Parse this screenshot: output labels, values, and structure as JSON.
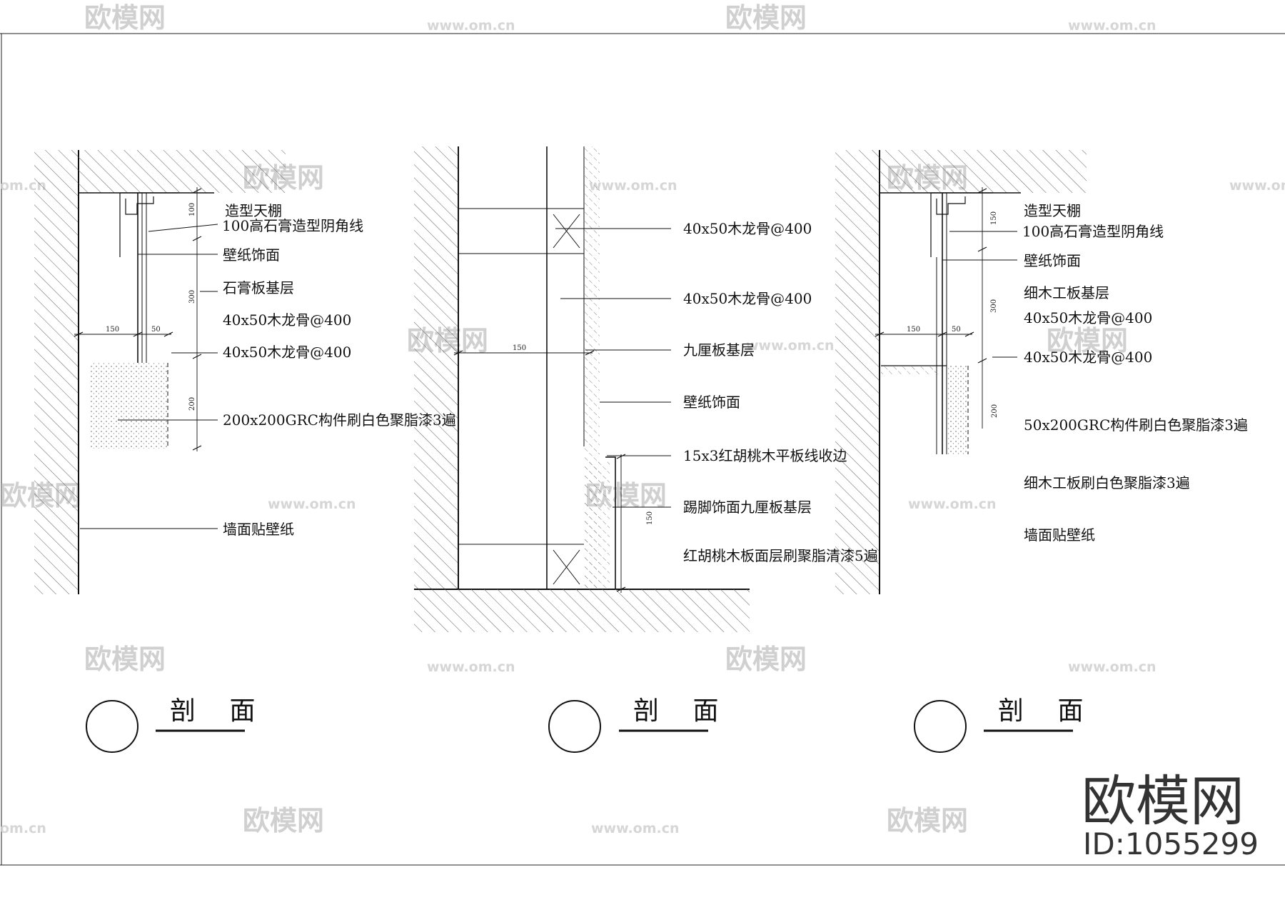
{
  "sections": [
    {
      "labels": [
        "造型天棚",
        "100高石膏造型阴角线",
        "壁纸饰面",
        "石膏板基层",
        "40x50木龙骨@400",
        "40x50木龙骨@400",
        "200x200GRC构件刷白色聚脂漆3遍",
        "墙面贴壁纸"
      ],
      "dims": [
        "100",
        "300",
        "150",
        "50",
        "200"
      ],
      "title": "剖 面"
    },
    {
      "labels": [
        "40x50木龙骨@400",
        "40x50木龙骨@400",
        "九厘板基层",
        "壁纸饰面",
        "15x3红胡桃木平板线收边",
        "踢脚饰面九厘板基层",
        "红胡桃木板面层刷聚脂清漆5遍"
      ],
      "dims": [
        "150",
        "150"
      ],
      "title": "剖 面"
    },
    {
      "labels": [
        "造型天棚",
        "100高石膏造型阴角线",
        "壁纸饰面",
        "细木工板基层",
        "40x50木龙骨@400",
        "40x50木龙骨@400",
        "50x200GRC构件刷白色聚脂漆3遍",
        "细木工板刷白色聚脂漆3遍",
        "墙面贴壁纸"
      ],
      "dims": [
        "150",
        "300",
        "150",
        "50",
        "200"
      ],
      "title": "剖 面"
    }
  ],
  "watermark": {
    "brand": "欧模网",
    "url": "www.om.cn",
    "url_short": "om.cn",
    "id": "ID:1055299"
  }
}
